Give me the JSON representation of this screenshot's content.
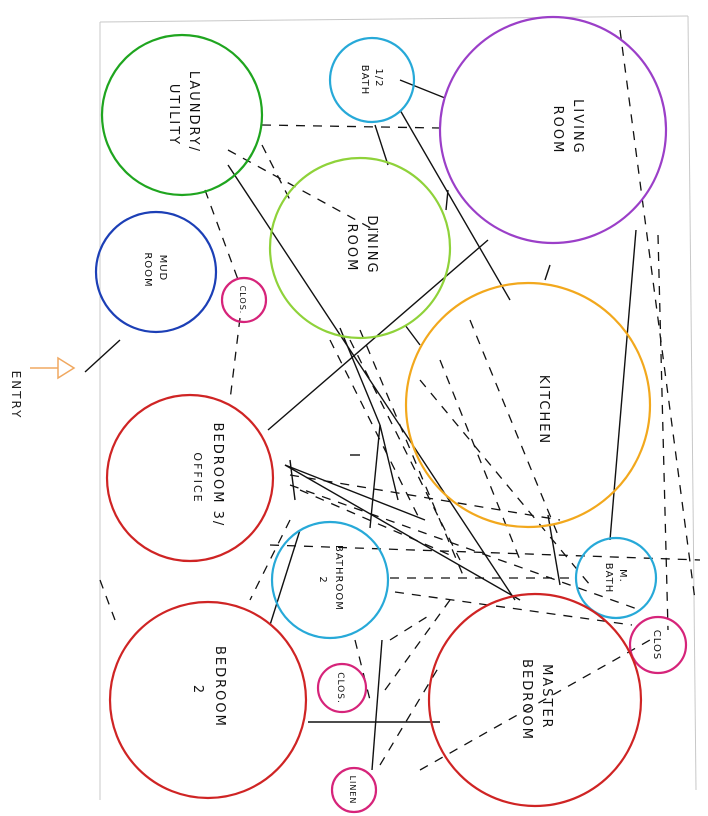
{
  "rooms": [
    {
      "id": "laundry",
      "label_lines": [
        "LAUNDRY/",
        "UTILITY"
      ],
      "color": "#1fa51f"
    },
    {
      "id": "half-bath",
      "label_lines": [
        "1/2",
        "BATH"
      ],
      "color": "#27a9d8"
    },
    {
      "id": "living",
      "label_lines": [
        "LIVING",
        "ROOM"
      ],
      "color": "#9b3fc8"
    },
    {
      "id": "dining",
      "label_lines": [
        "DINING",
        "ROOM"
      ],
      "color": "#8fd23a"
    },
    {
      "id": "mud",
      "label_lines": [
        "MUD",
        "ROOM"
      ],
      "color": "#1c3fb6"
    },
    {
      "id": "clos-mud",
      "label_lines": [
        "CLOS."
      ],
      "color": "#d6247a"
    },
    {
      "id": "kitchen",
      "label_lines": [
        "KITCHEN"
      ],
      "color": "#f2a81d"
    },
    {
      "id": "bedroom3",
      "label_lines": [
        "BEDROOM 3/",
        "OFFICE"
      ],
      "color": "#cf2424"
    },
    {
      "id": "bathroom2",
      "label_lines": [
        "BATHROOM",
        "2"
      ],
      "color": "#27a9d8"
    },
    {
      "id": "m-bath",
      "label_lines": [
        "M.",
        "BATH"
      ],
      "color": "#27a9d8"
    },
    {
      "id": "clos-master",
      "label_lines": [
        "CLOS"
      ],
      "color": "#d6247a"
    },
    {
      "id": "bedroom2",
      "label_lines": [
        "BEDROOM",
        "2"
      ],
      "color": "#cf2424"
    },
    {
      "id": "clos-bed2",
      "label_lines": [
        "CLOS."
      ],
      "color": "#d6247a"
    },
    {
      "id": "master",
      "label_lines": [
        "MASTER",
        "BEDROOM"
      ],
      "color": "#cf2424"
    },
    {
      "id": "linen",
      "label_lines": [
        "LINEN"
      ],
      "color": "#d6247a"
    }
  ],
  "entry": {
    "label": "ENTRY",
    "arrow_color": "#f0a860"
  },
  "line_color": "#111111"
}
